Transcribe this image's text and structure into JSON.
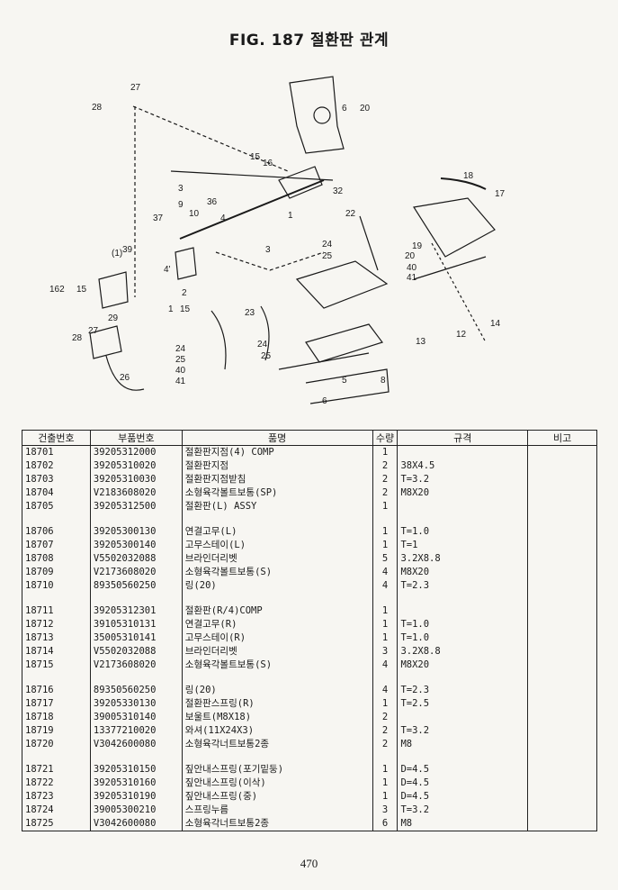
{
  "title": "FIG. 187 절환판 관계",
  "diagram_labels": [
    "27",
    "28",
    "6",
    "20",
    "15",
    "16",
    "32",
    "18",
    "17",
    "3",
    "36",
    "9",
    "10",
    "37",
    "4",
    "1",
    "22",
    "3",
    "39",
    "(1)",
    "4'",
    "24",
    "25",
    "19",
    "20",
    "40",
    "41",
    "162",
    "15",
    "2",
    "1",
    "15",
    "23",
    "29",
    "28",
    "27",
    "24",
    "25",
    "40",
    "41",
    "24",
    "25",
    "26",
    "13",
    "12",
    "14",
    "5",
    "8",
    "6"
  ],
  "table": {
    "headers": [
      "건출번호",
      "부품번호",
      "품명",
      "수량",
      "규격",
      "비고"
    ],
    "rows": [
      [
        "18701",
        "39205312000",
        "절환판지점(4) COMP",
        "1",
        "",
        ""
      ],
      [
        "18702",
        "39205310020",
        "절환판지점",
        "2",
        "38X4.5",
        ""
      ],
      [
        "18703",
        "39205310030",
        "절환판지점받침",
        "2",
        "T=3.2",
        ""
      ],
      [
        "18704",
        "V2183608020",
        "소형육각볼트보통(SP)",
        "2",
        "M8X20",
        ""
      ],
      [
        "18705",
        "39205312500",
        "절환판(L) ASSY",
        "1",
        "",
        ""
      ],
      null,
      [
        "18706",
        "39205300130",
        "연결고무(L)",
        "1",
        "T=1.0",
        ""
      ],
      [
        "18707",
        "39205300140",
        "고무스테이(L)",
        "1",
        "T=1",
        ""
      ],
      [
        "18708",
        "V5502032088",
        "브라인더리벳",
        "5",
        "3.2X8.8",
        ""
      ],
      [
        "18709",
        "V2173608020",
        "소형육각볼트보통(S)",
        "4",
        "M8X20",
        ""
      ],
      [
        "18710",
        "89350560250",
        "링(20)",
        "4",
        "T=2.3",
        ""
      ],
      null,
      [
        "18711",
        "39205312301",
        "절환판(R/4)COMP",
        "1",
        "",
        ""
      ],
      [
        "18712",
        "39105310131",
        "연결고무(R)",
        "1",
        "T=1.0",
        ""
      ],
      [
        "18713",
        "35005310141",
        "고무스테이(R)",
        "1",
        "T=1.0",
        ""
      ],
      [
        "18714",
        "V5502032088",
        "브라인더리벳",
        "3",
        "3.2X8.8",
        ""
      ],
      [
        "18715",
        "V2173608020",
        "소형육각볼트보통(S)",
        "4",
        "M8X20",
        ""
      ],
      null,
      [
        "18716",
        "89350560250",
        "링(20)",
        "4",
        "T=2.3",
        ""
      ],
      [
        "18717",
        "39205330130",
        "절환판스프링(R)",
        "1",
        "T=2.5",
        ""
      ],
      [
        "18718",
        "39005310140",
        "보울트(M8X18)",
        "2",
        "",
        ""
      ],
      [
        "18719",
        "13377210020",
        "와셔(11X24X3)",
        "2",
        "T=3.2",
        ""
      ],
      [
        "18720",
        "V3042600080",
        "소형육각너트보통2종",
        "2",
        "M8",
        ""
      ],
      null,
      [
        "18721",
        "39205310150",
        "짚안내스프링(포기밑둥)",
        "1",
        "D=4.5",
        ""
      ],
      [
        "18722",
        "39205310160",
        "짚안내스프링(이삭)",
        "1",
        "D=4.5",
        ""
      ],
      [
        "18723",
        "39205310190",
        "짚안내스프링(중)",
        "1",
        "D=4.5",
        ""
      ],
      [
        "18724",
        "39005300210",
        "스프링누름",
        "3",
        "T=3.2",
        ""
      ],
      [
        "18725",
        "V3042600080",
        "소형육각너트보통2종",
        "6",
        "M8",
        ""
      ]
    ]
  },
  "page_number": "470"
}
